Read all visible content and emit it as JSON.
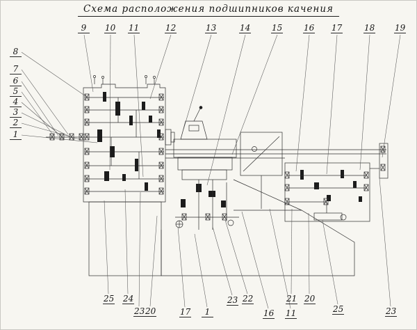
{
  "title": "Схема расположения подшипников качения",
  "callouts": {
    "top": [
      "9",
      "10",
      "11",
      "12",
      "13",
      "14",
      "15",
      "16",
      "17",
      "18",
      "19"
    ],
    "left": [
      "8",
      "7",
      "6",
      "5",
      "4",
      "3",
      "2",
      "1"
    ],
    "bottom": [
      "25",
      "24",
      "23",
      "20",
      "17",
      "1",
      "23",
      "22",
      "16",
      "11",
      "21",
      "20",
      "25",
      "23"
    ]
  }
}
